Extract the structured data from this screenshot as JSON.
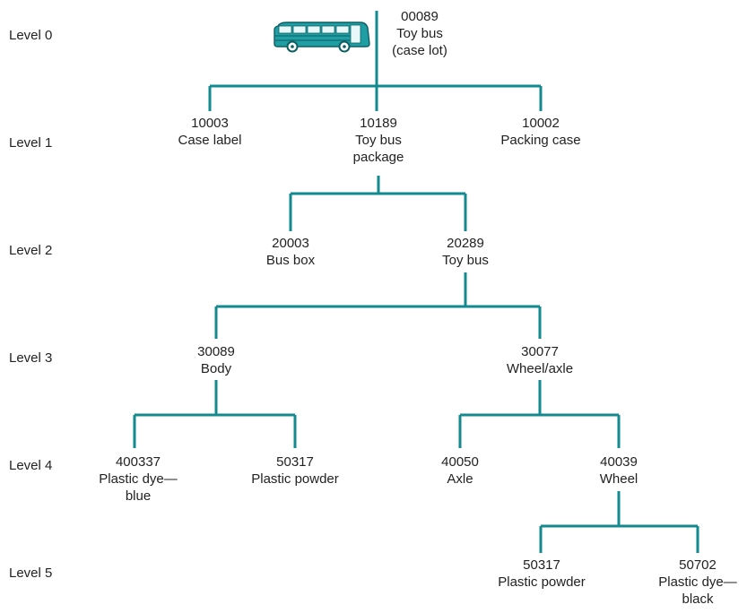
{
  "colors": {
    "connector": "#128a8f",
    "bus_body": "#1f9ea3",
    "text": "#222222"
  },
  "levels": [
    "Level 0",
    "Level 1",
    "Level 2",
    "Level 3",
    "Level 4",
    "Level 5"
  ],
  "nodes": {
    "n00089": {
      "code": "00089",
      "lines": [
        "Toy bus",
        "(case lot)"
      ],
      "icon": "bus-icon"
    },
    "n10003": {
      "code": "10003",
      "lines": [
        "Case label"
      ]
    },
    "n10189": {
      "code": "10189",
      "lines": [
        "Toy bus",
        "package"
      ]
    },
    "n10002": {
      "code": "10002",
      "lines": [
        "Packing case"
      ]
    },
    "n20003": {
      "code": "20003",
      "lines": [
        "Bus box"
      ]
    },
    "n20289": {
      "code": "20289",
      "lines": [
        "Toy bus"
      ]
    },
    "n30089": {
      "code": "30089",
      "lines": [
        "Body"
      ]
    },
    "n30077": {
      "code": "30077",
      "lines": [
        "Wheel/axle"
      ]
    },
    "n400337": {
      "code": "400337",
      "lines": [
        "Plastic dye—",
        "blue"
      ]
    },
    "n50317a": {
      "code": "50317",
      "lines": [
        "Plastic powder"
      ]
    },
    "n40050": {
      "code": "40050",
      "lines": [
        "Axle"
      ]
    },
    "n40039": {
      "code": "40039",
      "lines": [
        "Wheel"
      ]
    },
    "n50317b": {
      "code": "50317",
      "lines": [
        "Plastic powder"
      ]
    },
    "n50702": {
      "code": "50702",
      "lines": [
        "Plastic dye—",
        "black"
      ]
    }
  }
}
